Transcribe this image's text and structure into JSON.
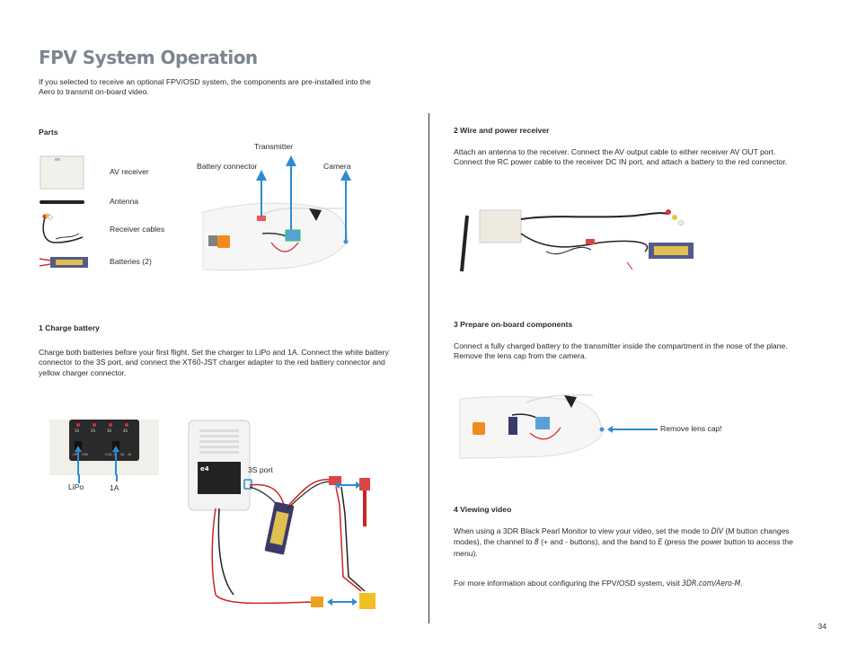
{
  "page": {
    "title": "FPV System Operation",
    "intro": "If you selected to receive an optional FPV/OSD system, the components are pre-installed into the Aero to transmit on-board video.",
    "page_number": "34"
  },
  "parts": {
    "heading": "Parts",
    "items": [
      "AV receiver",
      "Antenna",
      "Receiver cables",
      "Batteries (2)"
    ],
    "callouts": {
      "transmitter": "Transmitter",
      "battery_connector": "Battery connector",
      "camera": "Camera"
    }
  },
  "step1": {
    "heading": "1 Charge battery",
    "body": "Charge both batteries before your first flight. Set the charger to LiPo and 1A. Connect the white battery connector to the 3S port, and connect the XT60-JST charger adapter to the red battery connector and yellow charger connector.",
    "labels": {
      "lipo": "LiPo",
      "one_a": "1A",
      "port": "3S port"
    }
  },
  "step2": {
    "heading": "2 Wire and power receiver",
    "body": "Attach an antenna to the receiver. Connect the AV output cable to either receiver AV OUT port.  Connect the RC power cable to the receiver DC IN port, and attach a battery to the red connector."
  },
  "step3": {
    "heading": "3  Prepare on-board components",
    "body": "Connect a fully charged battery to the transmitter inside the compartment in the nose of the plane. Remove the lens cap from the camera.",
    "callout": "Remove lens cap!"
  },
  "step4": {
    "heading": "4  Viewing video",
    "body_parts": {
      "p1": "When using a 3DR Black Pearl Monitor to view your video, set the mode to ",
      "mode": "DIV",
      "p2": " (M button changes modes), the channel to ",
      "channel": "8",
      "p3": " (+ and - buttons), and the band to ",
      "band": "E",
      "p4": " (press the power button to access the menu)."
    },
    "more_info": "For more information about configuring the FPV/OSD system, visit ",
    "link": "3DR.com/Aero-M",
    "link_end": "."
  },
  "charger_panel": {
    "ports": [
      "1S",
      "2S",
      "3S",
      "4S"
    ],
    "switch_labels": [
      "LiPo",
      "LiHV",
      "0.5A",
      "1A",
      "2A",
      "3A"
    ]
  },
  "colors": {
    "arrow": "#2e8bd0",
    "title": "#7d8590"
  }
}
